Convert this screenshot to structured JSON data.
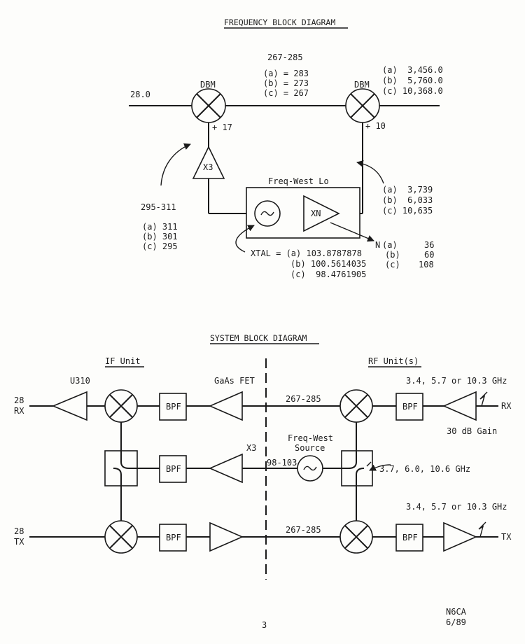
{
  "freq": {
    "title": "FREQUENCY BLOCK DIAGRAM",
    "input": "28.0",
    "dbm1": "DBM",
    "dbm2": "DBM",
    "if_range": "267-285",
    "if_a": "(a) = 283",
    "if_b": "(b) = 273",
    "if_c": "(c) = 267",
    "out_a": "(a)  3,456.0",
    "out_b": "(b)  5,760.0",
    "out_c": "(c) 10,368.0",
    "plus17": "+ 17",
    "plus10": "+ 10",
    "x3": "X3",
    "lo_title": "Freq-West Lo",
    "xn": "XN",
    "lo_range": "295-311",
    "lo_a": "(a) 311",
    "lo_b": "(b) 301",
    "lo_c": "(c) 295",
    "rf_a": "(a)  3,739",
    "rf_b": "(b)  6,033",
    "rf_c": "(c) 10,635",
    "n_label": "N",
    "n_a_tag": "(a)",
    "n_b_tag": "(b)",
    "n_c_tag": "(c)",
    "n_a": "36",
    "n_b": "60",
    "n_c": "108",
    "xtal_a": "XTAL = (a) 103.8787878",
    "xtal_b": "(b) 100.5614035",
    "xtal_c": "(c)  98.4761905"
  },
  "sys": {
    "title": "SYSTEM BLOCK DIAGRAM",
    "if_unit": "IF Unit",
    "rf_unit": "RF Unit(s)",
    "rx_28": "28",
    "rx_label": "RX",
    "tx_28": "28",
    "tx_label": "TX",
    "u310": "U310",
    "gaas": "GaAs FET",
    "bpf": "BPF",
    "x3": "X3",
    "top_range": "267-285",
    "mid_range": "98-103",
    "bot_range": "267-285",
    "source_1": "Freq-West",
    "source_2": "Source",
    "band_top": "3.4, 5.7 or 10.3 GHz",
    "band_bot": "3.4, 5.7 or 10.3 GHz",
    "lo_freqs": "3.7, 6.0, 10.6 GHz",
    "gain": "30 dB Gain",
    "rx_out": "RX",
    "tx_out": "TX"
  },
  "footer": {
    "page": "3",
    "author": "N6CA",
    "date": "6/89"
  }
}
